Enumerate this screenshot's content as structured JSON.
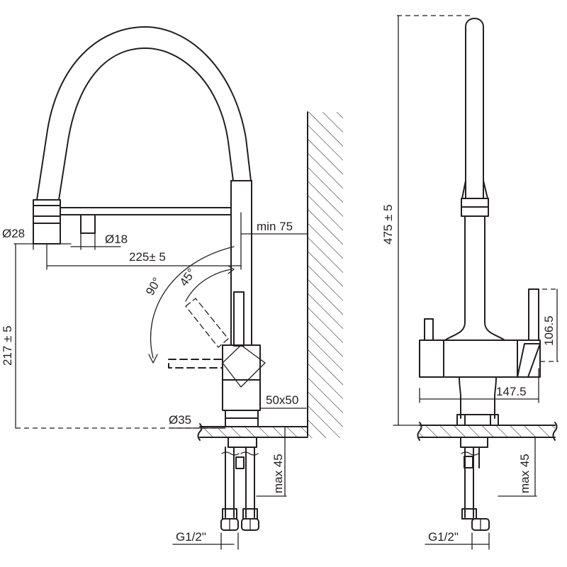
{
  "labels": {
    "d28": "Ø28",
    "d18": "Ø18",
    "dim225": "225± 5",
    "min75": "min 75",
    "ang90": "90°",
    "ang45": "45°",
    "dim217": "217 ± 5",
    "sq50": "50x50",
    "d35": "Ø35",
    "max45_front": "max 45",
    "g12_front": "G1/2\"",
    "dim475": "475 ± 5",
    "dim106": "106.5",
    "dim147": "147.5",
    "max45_side": "max 45",
    "g12_side": "G1/2\""
  }
}
